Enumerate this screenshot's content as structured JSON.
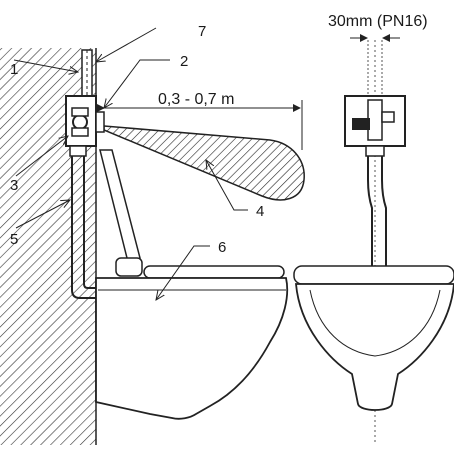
{
  "diagram": {
    "labels": {
      "n1": "1",
      "n2": "2",
      "n3": "3",
      "n4": "4",
      "n5": "5",
      "n6": "6",
      "n7": "7"
    },
    "dimensions": {
      "range": "0,3 - 0,7 m",
      "pipe": "30mm (PN16)"
    }
  }
}
